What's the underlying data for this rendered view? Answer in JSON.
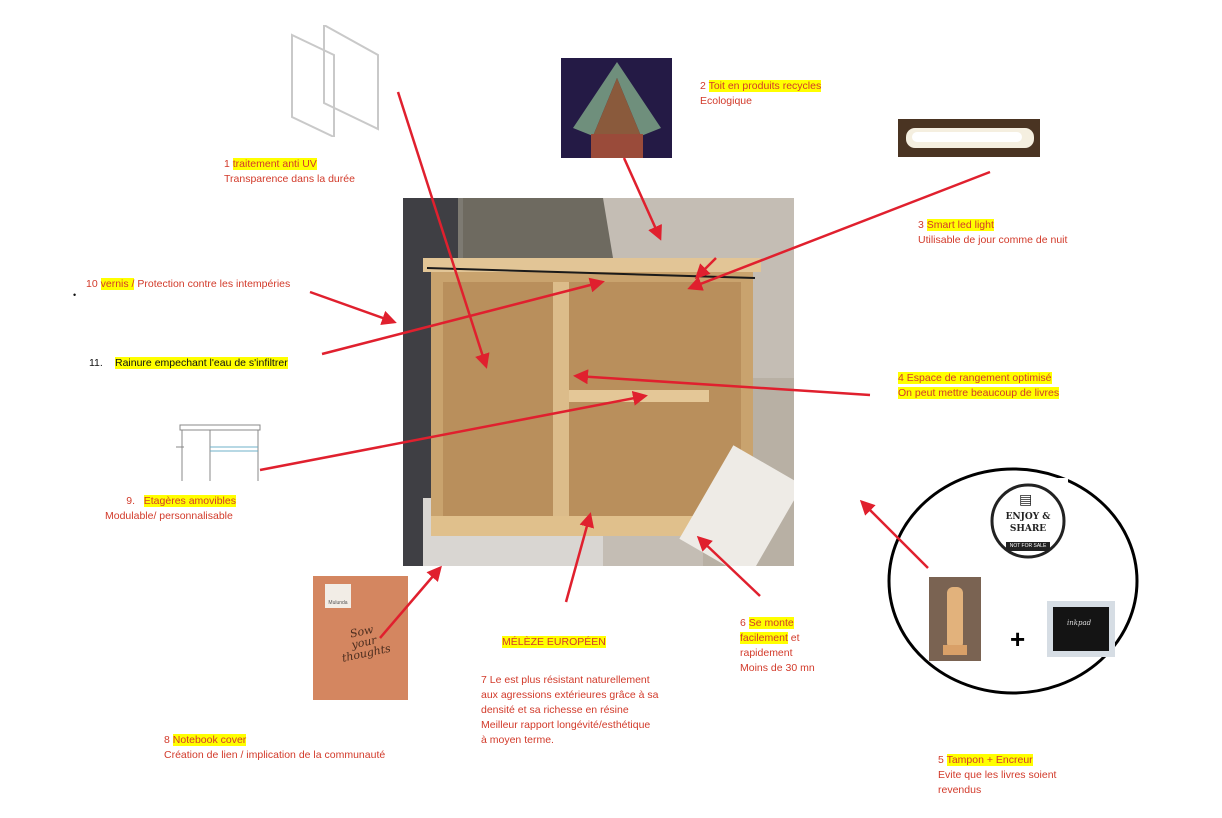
{
  "colors": {
    "annotation_red": "#d23a2a",
    "highlight_yellow": "#ffff00",
    "arrow_red": "#e0202e",
    "wood": "#d8b585"
  },
  "annotations": {
    "a1": {
      "num": "1",
      "title": "traitement anti UV",
      "desc": "Transparence dans la durée"
    },
    "a2": {
      "num": "2",
      "title": "Toit en produits recycles",
      "desc": "Ecologique"
    },
    "a3": {
      "num": "3",
      "title": "Smart led light",
      "desc": "Utilisable de jour comme de nuit"
    },
    "a4": {
      "num": "4",
      "title": "Espace de rangement optimisé",
      "desc": "On peut mettre beaucoup de livres"
    },
    "a5": {
      "num": "5",
      "title": "Tampon + Encreur",
      "desc_line1": "Evite que les livres soient",
      "desc_line2": "revendus"
    },
    "a6": {
      "num": "6",
      "title_line1": "Se monte",
      "title_line2": "facilement",
      "title_rest": " et",
      "line3": "rapidement",
      "line4": "Moins de 30 mn"
    },
    "a7": {
      "heading": "MÉLÈZE EUROPÉEN",
      "num": "7",
      "line1": "Le   est plus résistant naturellement",
      "line2": "aux agressions extérieures grâce à sa",
      "line3": "densité et sa richesse en résine",
      "line4": "Meilleur rapport longévité/esthétique",
      "line5": "à moyen terme."
    },
    "a8": {
      "num": "8",
      "title": "Notebook cover",
      "desc": "Création de lien / implication de la communauté"
    },
    "a9": {
      "num": "9.",
      "title": "Etagères amovibles",
      "desc": "Modulable/ personnalisable"
    },
    "a10": {
      "num": "10",
      "title": "vernis /",
      "desc": " Protection contre les intempéries"
    },
    "a11": {
      "num": "11.",
      "title": "Rainure empechant l'eau de s'infiltrer"
    }
  },
  "stamp_logo": {
    "line1": "ENJOY &",
    "line2": "SHARE",
    "line3": "NOT FOR SALE"
  },
  "notebook": {
    "brand": "Mulunda",
    "text_line1": "Sow",
    "text_line2": "your",
    "text_line3": "thoughts"
  },
  "inkpad_label": "inkpad",
  "plus_sign": "+",
  "bullet": "•",
  "icons": [
    "book-icon",
    "acrylic-panels",
    "roof-photo",
    "led-light-photo",
    "shelf-sketch",
    "stamp-photo",
    "inkpad-photo"
  ]
}
